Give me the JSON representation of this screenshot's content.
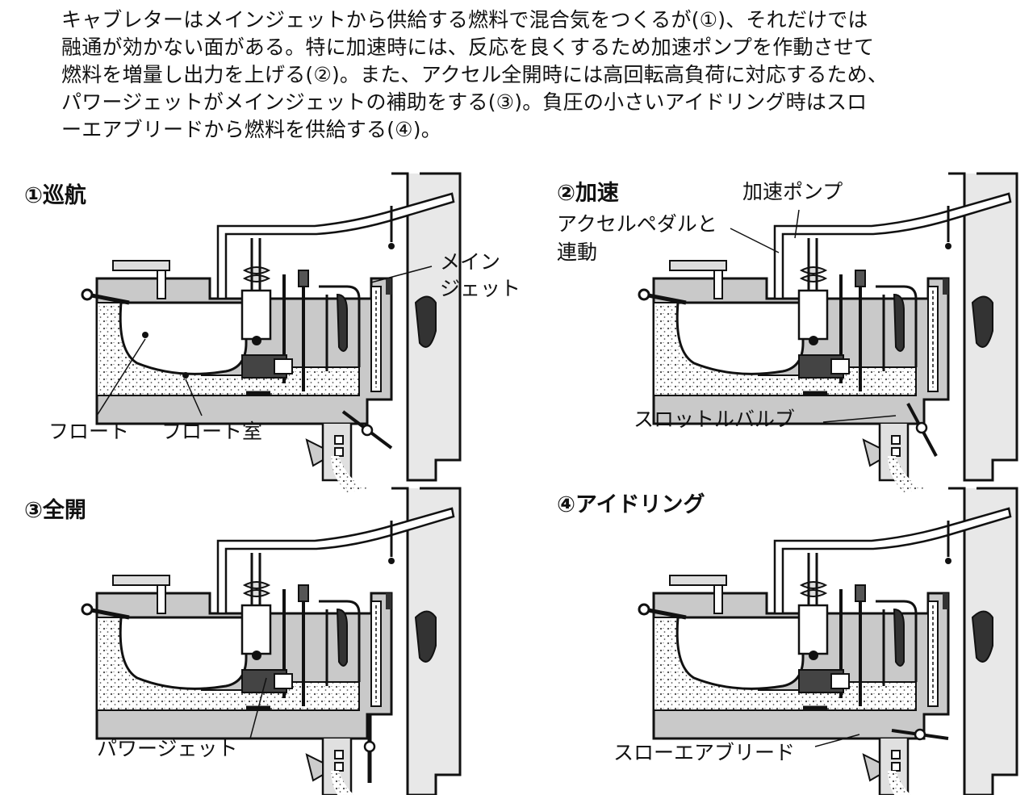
{
  "intro_lines": [
    "キャブレターはメインジェットから供給する燃料で混合気をつくるが(①)、それだけでは",
    "融通が効かない面がある。特に加速時には、反応を良くするため加速ポンプを作動させて",
    "燃料を増量し出力を上げる(②)。また、アクセル全開時には高回転高負荷に対応するため、",
    "パワージェットがメインジェットの補助をする(③)。負圧の小さいアイドリング時はスロ",
    "ーエアブリードから燃料を供給する(④)。"
  ],
  "panels": {
    "cruise": {
      "title": "①巡航",
      "label_float": "フロート",
      "label_float_chamber": "フロート室",
      "label_main_jet_1": "メイン",
      "label_main_jet_2": "ジェット"
    },
    "accel": {
      "title": "②加速",
      "label_pump": "加速ポンプ",
      "label_pedal_1": "アクセルペダルと",
      "label_pedal_2": "連動",
      "label_throttle": "スロットルバルブ"
    },
    "full": {
      "title": "③全開",
      "label_power_jet": "パワージェット"
    },
    "idle": {
      "title": "④アイドリング",
      "label_slow_air": "スローエアブリード"
    }
  }
}
